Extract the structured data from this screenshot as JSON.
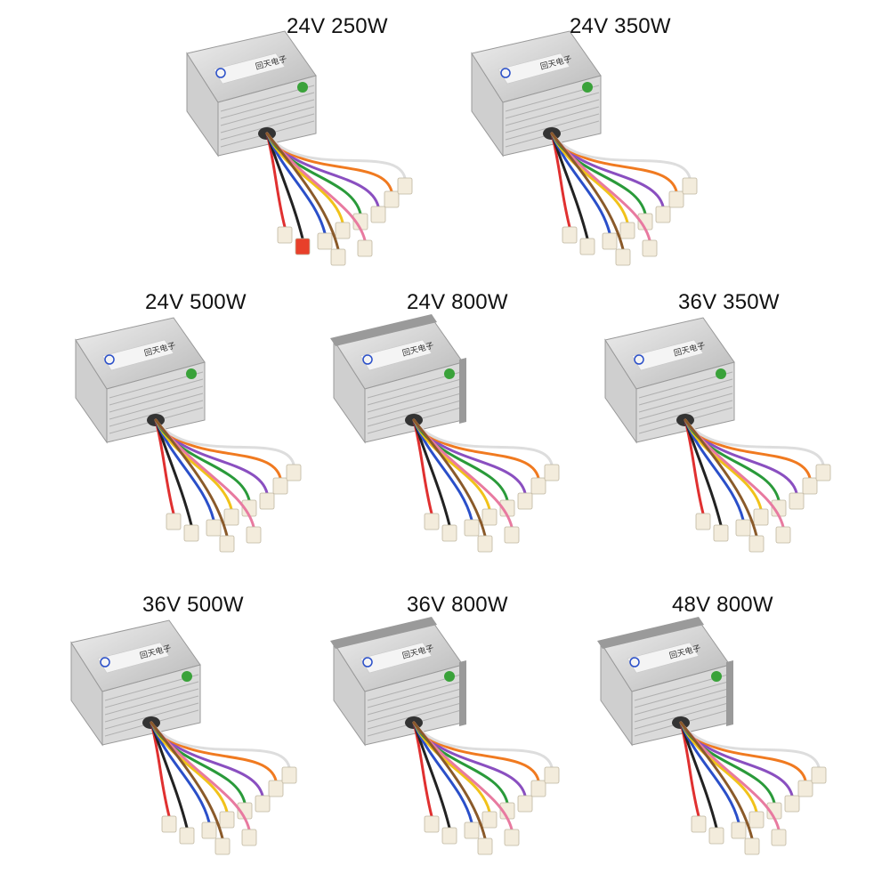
{
  "products": [
    {
      "label": "24V 250W",
      "badge": "回天电子",
      "housing": "plain"
    },
    {
      "label": "24V 350W",
      "badge": "回天电子",
      "housing": "plain"
    },
    {
      "label": "24V 500W",
      "badge": "回天电子",
      "housing": "plain"
    },
    {
      "label": "24V 800W",
      "badge": "回天电子",
      "housing": "capped"
    },
    {
      "label": "36V 350W",
      "badge": "回天电子",
      "housing": "plain"
    },
    {
      "label": "36V 500W",
      "badge": "回天电子",
      "housing": "plain"
    },
    {
      "label": "36V 800W",
      "badge": "回天电子",
      "housing": "capped"
    },
    {
      "label": "48V 800W",
      "badge": "回天电子",
      "housing": "capped"
    }
  ],
  "colors": {
    "body_light": "#eeeeee",
    "body_dark": "#b9b9b9",
    "cap": "#9a9a9a",
    "connector": "#f3ecdc",
    "red_connector": "#e8402a",
    "sticker": "#3aa23a",
    "wires": [
      "#e03030",
      "#222222",
      "#2a4fc9",
      "#f1c21a",
      "#2a9a3a",
      "#8a4fc0",
      "#f07a20",
      "#ffffff",
      "#e87aa0",
      "#8a5a2a"
    ]
  }
}
